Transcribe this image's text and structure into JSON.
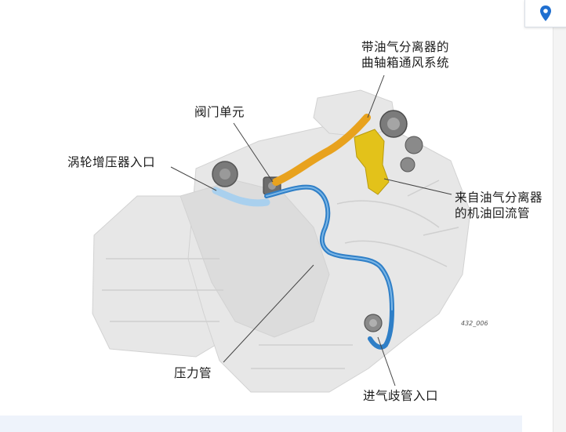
{
  "labels": {
    "crankcase_line1": "带油气分离器的",
    "crankcase_line2": "曲轴箱通风系统",
    "valve_unit": "阀门单元",
    "turbo_inlet": "涡轮增压器入口",
    "oil_return_line1": "来自油气分离器",
    "oil_return_line2": "的机油回流管",
    "pressure_pipe": "压力管",
    "intake_inlet": "进气歧管入口"
  },
  "figure_code": "432_006",
  "icons": {
    "locator": "map-pin-icon"
  },
  "colors": {
    "pipe_blue": "#2f7fc7",
    "pipe_light_blue": "#a9d0ee",
    "pipe_orange": "#e8a21e",
    "separator_yellow": "#e3c21a",
    "pin_blue": "#1f6fd0"
  }
}
